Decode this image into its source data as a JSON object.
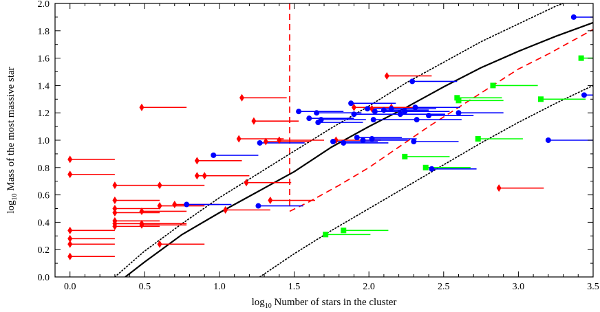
{
  "chart_data": {
    "type": "scatter",
    "xlabel": {
      "prefix": "log",
      "sub": "10",
      "rest": " Number of stars in the cluster"
    },
    "ylabel": {
      "prefix": "log",
      "sub": "10",
      "rest": " Mass of the most massive star"
    },
    "xlim": [
      -0.1,
      3.5
    ],
    "ylim": [
      0.0,
      2.0
    ],
    "x_ticks": [
      "0.0",
      "0.5",
      "1.0",
      "1.5",
      "2.0",
      "2.5",
      "3.0",
      "3.5"
    ],
    "y_ticks": [
      "0.0",
      "0.2",
      "0.4",
      "0.6",
      "0.8",
      "1.0",
      "1.2",
      "1.4",
      "1.6",
      "1.8",
      "2.0"
    ],
    "grid": false,
    "legend": "none",
    "series": [
      {
        "marker": "diamond",
        "color": "#ff0000",
        "points": [
          [
            0.0,
            0.86,
            0.3
          ],
          [
            0.0,
            0.75,
            0.3
          ],
          [
            0.0,
            0.34,
            0.3
          ],
          [
            0.0,
            0.28,
            0.3
          ],
          [
            0.0,
            0.24,
            0.3
          ],
          [
            0.0,
            0.15,
            0.3
          ],
          [
            0.3,
            0.67,
            0.3
          ],
          [
            0.3,
            0.56,
            0.3
          ],
          [
            0.3,
            0.5,
            0.3
          ],
          [
            0.3,
            0.47,
            0.3
          ],
          [
            0.3,
            0.41,
            0.3
          ],
          [
            0.3,
            0.39,
            0.3
          ],
          [
            0.3,
            0.37,
            0.3
          ],
          [
            0.48,
            1.24,
            0.3
          ],
          [
            0.48,
            0.48,
            0.3
          ],
          [
            0.48,
            0.39,
            0.3
          ],
          [
            0.48,
            0.38,
            0.3
          ],
          [
            0.6,
            0.67,
            0.3
          ],
          [
            0.6,
            0.52,
            0.3
          ],
          [
            0.6,
            0.24,
            0.3
          ],
          [
            0.7,
            0.53,
            0.3
          ],
          [
            0.85,
            0.85,
            0.3
          ],
          [
            0.85,
            0.74,
            0.3
          ],
          [
            0.9,
            0.74,
            0.3
          ],
          [
            1.04,
            0.49,
            0.3
          ],
          [
            1.13,
            1.01,
            0.3
          ],
          [
            1.15,
            1.31,
            0.3
          ],
          [
            1.18,
            0.69,
            0.3
          ],
          [
            1.23,
            1.14,
            0.3
          ],
          [
            1.31,
            0.99,
            0.3
          ],
          [
            1.34,
            0.56,
            0.3
          ],
          [
            1.4,
            1.0,
            0.3
          ],
          [
            1.78,
            1.0,
            0.3
          ],
          [
            1.9,
            1.24,
            0.3
          ],
          [
            2.02,
            1.23,
            0.3
          ],
          [
            2.12,
            1.47,
            0.3
          ],
          [
            2.15,
            1.24,
            0.3
          ],
          [
            2.87,
            0.65,
            0.3
          ]
        ]
      },
      {
        "marker": "circle",
        "color": "#0000ff",
        "points": [
          [
            0.78,
            0.53,
            0.3
          ],
          [
            0.96,
            0.89,
            0.3
          ],
          [
            1.26,
            0.52,
            0.3
          ],
          [
            1.27,
            0.98,
            0.3
          ],
          [
            1.53,
            1.21,
            0.3
          ],
          [
            1.6,
            1.16,
            0.3
          ],
          [
            1.65,
            1.2,
            0.3
          ],
          [
            1.66,
            1.13,
            0.3
          ],
          [
            1.68,
            1.15,
            0.3
          ],
          [
            1.76,
            0.99,
            0.3
          ],
          [
            1.83,
            0.98,
            0.3
          ],
          [
            1.88,
            1.27,
            0.3
          ],
          [
            1.9,
            1.19,
            0.3
          ],
          [
            1.92,
            1.02,
            0.3
          ],
          [
            1.96,
            1.0,
            0.3
          ],
          [
            1.99,
            1.23,
            0.3
          ],
          [
            2.02,
            1.01,
            0.3
          ],
          [
            2.03,
            1.15,
            0.3
          ],
          [
            2.04,
            1.21,
            0.3
          ],
          [
            2.1,
            1.22,
            0.3
          ],
          [
            2.15,
            1.23,
            0.3
          ],
          [
            2.21,
            1.19,
            0.3
          ],
          [
            2.24,
            1.21,
            0.3
          ],
          [
            2.29,
            1.43,
            0.3
          ],
          [
            2.3,
            0.99,
            0.3
          ],
          [
            2.31,
            1.24,
            0.3
          ],
          [
            2.32,
            1.15,
            0.3
          ],
          [
            2.4,
            1.18,
            0.3
          ],
          [
            2.42,
            0.79,
            0.3
          ],
          [
            2.6,
            1.2,
            0.3
          ],
          [
            3.2,
            1.0,
            0.3
          ],
          [
            3.37,
            1.9,
            0.3
          ],
          [
            3.44,
            1.33,
            0.3
          ]
        ]
      },
      {
        "marker": "square",
        "color": "#00ff00",
        "points": [
          [
            1.71,
            0.31,
            0.3
          ],
          [
            1.83,
            0.34,
            0.3
          ],
          [
            2.24,
            0.88,
            0.3
          ],
          [
            2.38,
            0.8,
            0.3
          ],
          [
            2.59,
            1.31,
            0.3
          ],
          [
            2.6,
            1.29,
            0.3
          ],
          [
            2.73,
            1.01,
            0.3
          ],
          [
            2.83,
            1.4,
            0.3
          ],
          [
            3.15,
            1.3,
            0.3
          ],
          [
            3.42,
            1.6,
            0.3
          ]
        ]
      }
    ],
    "lines": [
      {
        "style": "dashed",
        "color": "#ff0000",
        "points": [
          [
            1.47,
            2.0
          ],
          [
            1.47,
            0.5
          ]
        ]
      },
      {
        "style": "dashed",
        "color": "#ff0000",
        "points": [
          [
            1.47,
            0.48
          ],
          [
            1.6,
            0.55
          ],
          [
            1.8,
            0.67
          ],
          [
            2.0,
            0.8
          ],
          [
            2.2,
            0.95
          ],
          [
            2.4,
            1.1
          ],
          [
            2.6,
            1.24
          ],
          [
            2.8,
            1.38
          ],
          [
            3.0,
            1.52
          ],
          [
            3.2,
            1.63
          ],
          [
            3.4,
            1.75
          ],
          [
            3.5,
            1.81
          ]
        ]
      },
      {
        "style": "solid",
        "color": "#000000",
        "points": [
          [
            0.37,
            0.0
          ],
          [
            0.5,
            0.11
          ],
          [
            0.75,
            0.31
          ],
          [
            1.0,
            0.47
          ],
          [
            1.25,
            0.62
          ],
          [
            1.5,
            0.77
          ],
          [
            1.75,
            0.95
          ],
          [
            2.0,
            1.1
          ],
          [
            2.25,
            1.24
          ],
          [
            2.5,
            1.39
          ],
          [
            2.75,
            1.53
          ],
          [
            3.0,
            1.65
          ],
          [
            3.25,
            1.76
          ],
          [
            3.5,
            1.86
          ]
        ]
      },
      {
        "style": "dotted",
        "color": "#000000",
        "points": [
          [
            0.3,
            0.0
          ],
          [
            0.5,
            0.19
          ],
          [
            0.75,
            0.39
          ],
          [
            1.0,
            0.58
          ],
          [
            1.25,
            0.75
          ],
          [
            1.5,
            0.92
          ],
          [
            1.75,
            1.09
          ],
          [
            2.0,
            1.25
          ],
          [
            2.25,
            1.42
          ],
          [
            2.5,
            1.57
          ],
          [
            2.75,
            1.72
          ],
          [
            3.0,
            1.85
          ],
          [
            3.25,
            1.98
          ],
          [
            3.3,
            2.0
          ]
        ]
      },
      {
        "style": "dotted",
        "color": "#000000",
        "points": [
          [
            1.27,
            0.0
          ],
          [
            1.5,
            0.17
          ],
          [
            1.75,
            0.34
          ],
          [
            2.0,
            0.5
          ],
          [
            2.25,
            0.66
          ],
          [
            2.5,
            0.82
          ],
          [
            2.75,
            0.98
          ],
          [
            3.0,
            1.13
          ],
          [
            3.25,
            1.27
          ],
          [
            3.5,
            1.4
          ]
        ]
      }
    ]
  }
}
